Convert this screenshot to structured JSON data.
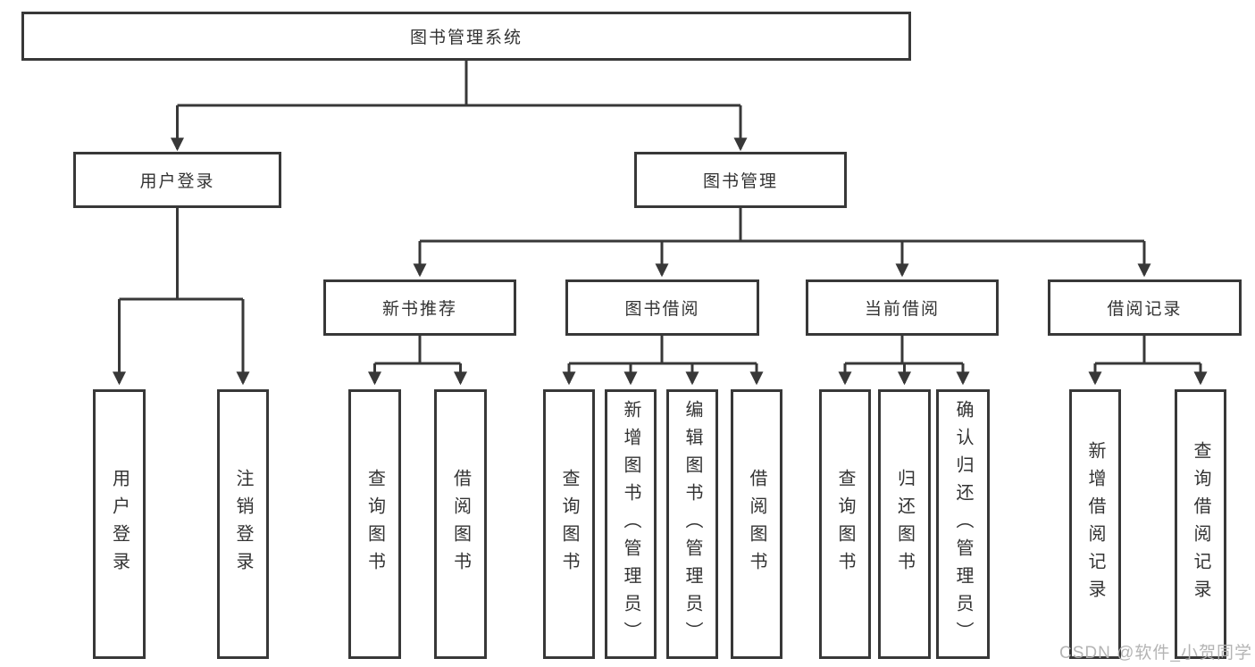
{
  "tree": {
    "label": "图书管理系统",
    "children": [
      {
        "label": "用户登录",
        "children": [
          {
            "label": "用户登录"
          },
          {
            "label": "注销登录"
          }
        ]
      },
      {
        "label": "图书管理",
        "children": [
          {
            "label": "新书推荐",
            "children": [
              {
                "label": "查询图书"
              },
              {
                "label": "借阅图书"
              }
            ]
          },
          {
            "label": "图书借阅",
            "children": [
              {
                "label": "查询图书"
              },
              {
                "label": "新增图书（管理员）"
              },
              {
                "label": "编辑图书（管理员）"
              },
              {
                "label": "借阅图书"
              }
            ]
          },
          {
            "label": "当前借阅",
            "children": [
              {
                "label": "查询图书"
              },
              {
                "label": "归还图书"
              },
              {
                "label": "确认归还（管理员）"
              }
            ]
          },
          {
            "label": "借阅记录",
            "children": [
              {
                "label": "新增借阅记录"
              },
              {
                "label": "查询借阅记录"
              }
            ]
          }
        ]
      }
    ]
  },
  "watermark": {
    "text": "CSDN @软件_小贺同学"
  },
  "colors": {
    "line": "#383838",
    "border": "#383838",
    "text": "#333333",
    "watermark": "#b0b0b0",
    "background": "#ffffff"
  }
}
